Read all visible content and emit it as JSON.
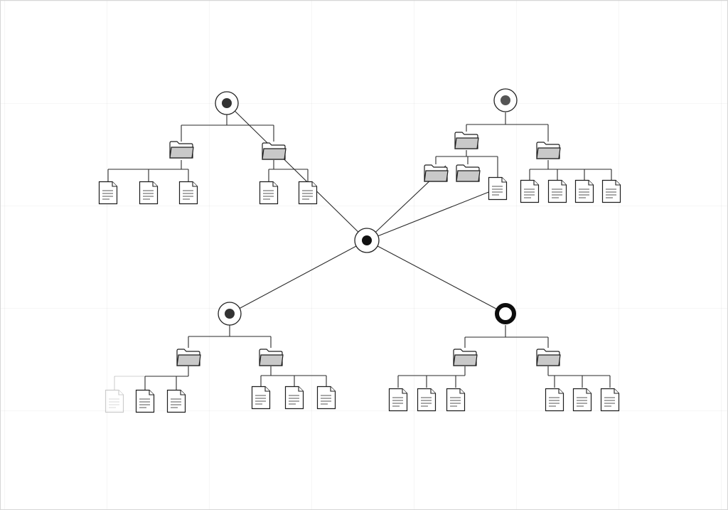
{
  "diagram": {
    "title": "",
    "colors": {
      "line": "#2a2a2a",
      "icon_stroke": "#1d1d1d",
      "folder_fill": "#c9c9c9",
      "hub_center": "#111111",
      "hub_dot_dark": "#333333",
      "hub_dot_grey": "#555555",
      "background": "#ffffff"
    },
    "central_hub": {
      "name": "central-hub",
      "icon": "target-node-icon"
    },
    "trees": [
      {
        "name": "top-left",
        "root": {
          "icon": "root-node-icon",
          "style": "dot"
        },
        "folders": [
          {
            "icon": "folder-icon",
            "files": 3
          },
          {
            "icon": "folder-icon",
            "files": 2
          }
        ]
      },
      {
        "name": "top-right",
        "root": {
          "icon": "root-node-icon",
          "style": "dot-grey"
        },
        "folders": [
          {
            "icon": "folder-icon",
            "subfolders": 2,
            "files": 1
          },
          {
            "icon": "folder-icon",
            "files": 4
          }
        ]
      },
      {
        "name": "bottom-left",
        "root": {
          "icon": "root-node-icon",
          "style": "dot"
        },
        "folders": [
          {
            "icon": "folder-icon",
            "files": 3,
            "faded_files": 1
          },
          {
            "icon": "folder-icon",
            "files": 3
          }
        ]
      },
      {
        "name": "bottom-right",
        "root": {
          "icon": "root-node-icon",
          "style": "ring-bold"
        },
        "folders": [
          {
            "icon": "folder-icon",
            "files": 3
          },
          {
            "icon": "folder-icon",
            "files": 3
          }
        ]
      }
    ]
  }
}
